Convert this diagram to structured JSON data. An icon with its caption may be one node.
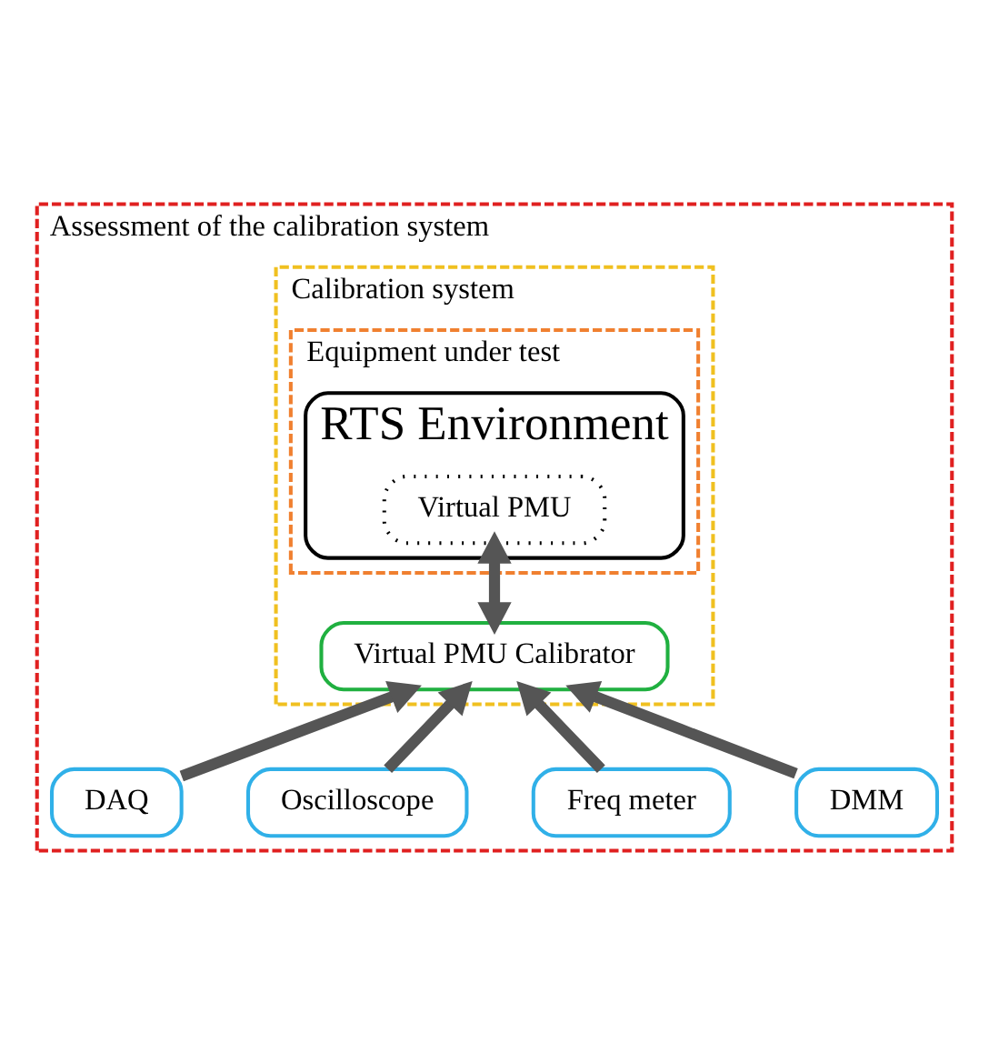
{
  "diagram": {
    "nodes": [
      {
        "text": [
          "Assessment of the calibration system"
        ]
      },
      {
        "text": [
          "Calibration system"
        ],
        "in": 0
      },
      {
        "text": [
          "Equipment under test"
        ],
        "in": 1
      },
      {
        "text": [
          "RTS Environment"
        ],
        "in": 2
      },
      {
        "text": [
          "Virtual PMU"
        ],
        "in": 3
      },
      {
        "text": [
          "Virtual PMU Calibrator"
        ],
        "in": 1
      },
      {
        "text": [
          "DMM"
        ],
        "in": 0
      },
      {
        "text": [
          "Freq meter"
        ],
        "in": 0
      },
      {
        "text": [
          "Oscilloscope"
        ],
        "in": 0
      },
      {
        "text": [
          "DAQ"
        ],
        "in": 0
      }
    ],
    "edges": [
      {
        "from": 4,
        "to": 5,
        "arrow": "both"
      },
      {
        "from": 6,
        "to": 5,
        "arrow": "to"
      },
      {
        "from": 7,
        "to": 5,
        "arrow": "to"
      },
      {
        "from": 8,
        "to": 5,
        "arrow": "to"
      },
      {
        "from": 9,
        "to": 5,
        "arrow": "to"
      }
    ]
  }
}
